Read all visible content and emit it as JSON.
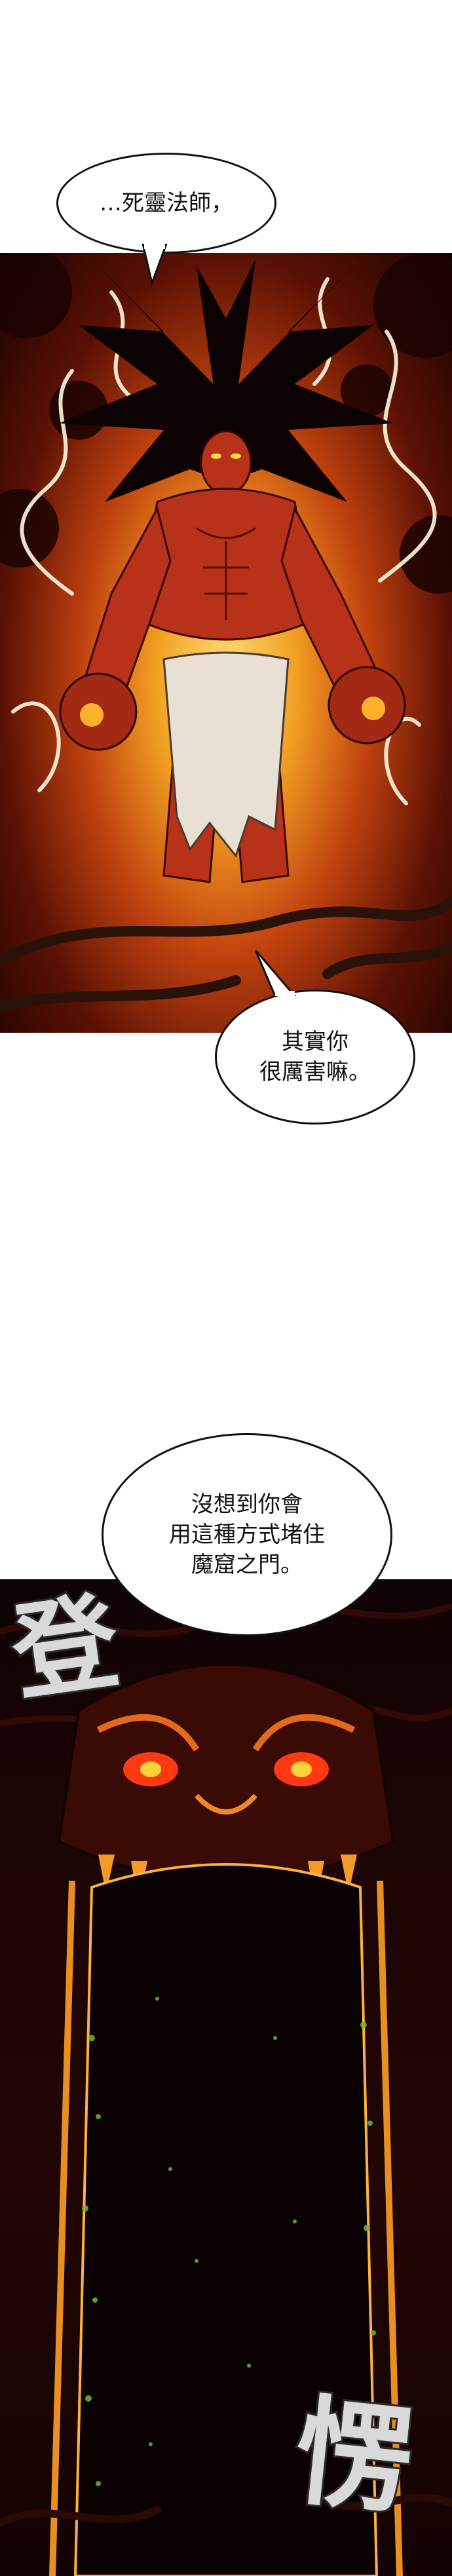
{
  "dialogue": {
    "line1": "…死靈法師，",
    "line2": [
      "其實你",
      "很厲害嘛。"
    ],
    "line3": [
      "沒想到你會",
      "用這種方式堵住",
      "魔窟之門。"
    ]
  },
  "sfx": {
    "top": "登",
    "bottom": "愣"
  },
  "colors": {
    "bubble_fill": "#ffffff",
    "bubble_border": "#111111",
    "demon_skin": "#b8321a",
    "fire": "#f6a623",
    "gate_frame": "#e8901f",
    "moss": "#6fb82a"
  }
}
